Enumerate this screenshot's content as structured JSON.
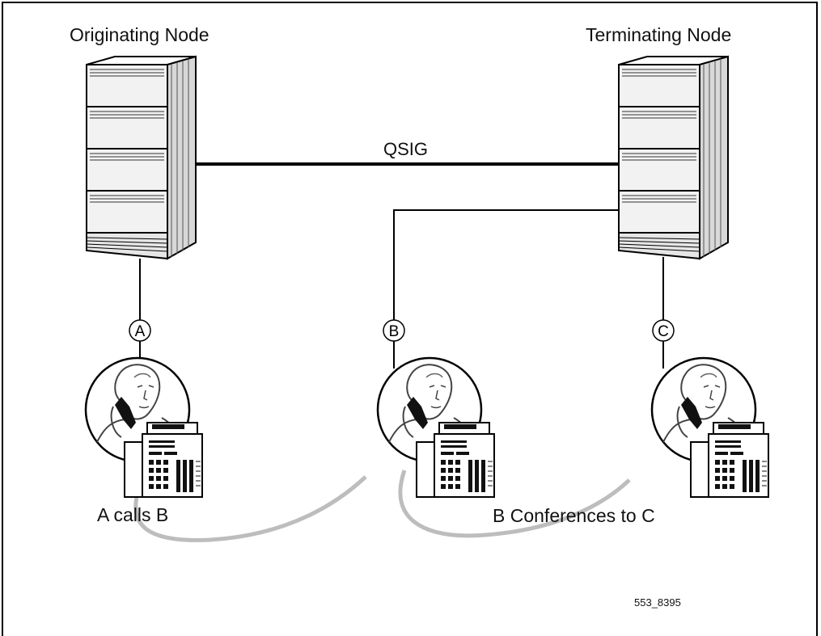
{
  "nodes": {
    "originating": {
      "label": "Originating Node"
    },
    "terminating": {
      "label": "Terminating Node"
    }
  },
  "link": {
    "label": "QSIG"
  },
  "stations": [
    {
      "id": "A"
    },
    {
      "id": "B"
    },
    {
      "id": "C"
    }
  ],
  "captions": {
    "a_calls_b": "A calls B",
    "b_conferences_c": "B Conferences to C"
  },
  "figure_id": "553_8395",
  "colors": {
    "line": "#000000",
    "cord": "#bdbdbd",
    "cabinet_fill": "#f2f2f2",
    "cabinet_side": "#d8d8d8"
  }
}
